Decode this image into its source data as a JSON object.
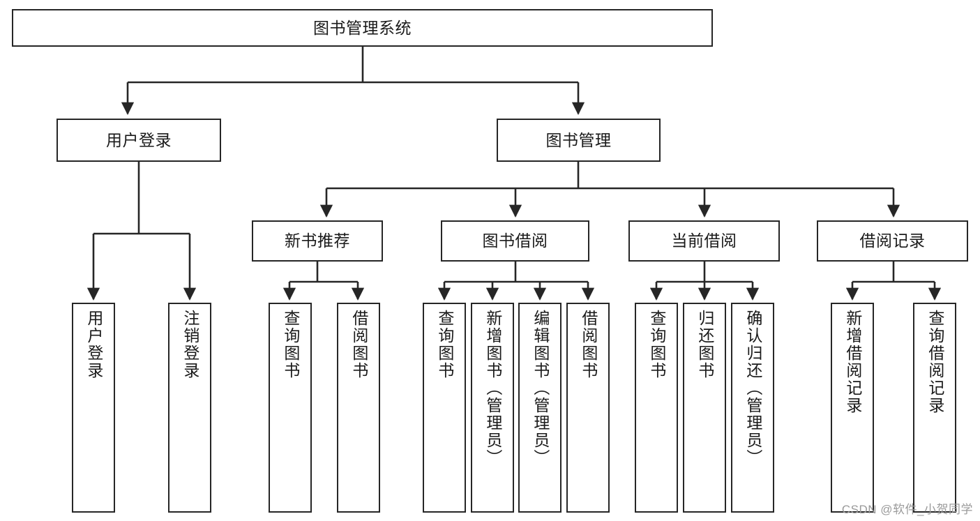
{
  "diagram": {
    "type": "tree",
    "title": "图书管理系统",
    "watermark": "CSDN @软件_小贺同学",
    "colors": {
      "background": "#ffffff",
      "box_border": "#262626",
      "box_fill": "#ffffff",
      "text": "#1a1a1a",
      "edge": "#262626",
      "watermark": "#9a9a9a"
    },
    "nodes": {
      "root": {
        "label": "图书管理系统"
      },
      "level2": [
        {
          "label": "用户登录"
        },
        {
          "label": "图书管理"
        }
      ],
      "level3": [
        {
          "label": "新书推荐"
        },
        {
          "label": "图书借阅"
        },
        {
          "label": "当前借阅"
        },
        {
          "label": "借阅记录"
        }
      ],
      "leaves": {
        "user_login": [
          {
            "label": "用户登录"
          },
          {
            "label": "注销登录"
          }
        ],
        "new_book": [
          {
            "label": "查询图书"
          },
          {
            "label": "借阅图书"
          }
        ],
        "book_borrow": [
          {
            "label": "查询图书"
          },
          {
            "label": "新增图书（管理员）"
          },
          {
            "label": "编辑图书（管理员）"
          },
          {
            "label": "借阅图书"
          }
        ],
        "current_borrow": [
          {
            "label": "查询图书"
          },
          {
            "label": "归还图书"
          },
          {
            "label": "确认归还（管理员）"
          }
        ],
        "borrow_record": [
          {
            "label": "新增借阅记录"
          },
          {
            "label": "查询借阅记录"
          }
        ]
      }
    }
  }
}
